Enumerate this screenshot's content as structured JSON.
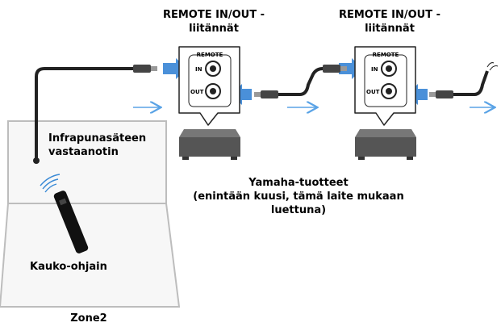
{
  "jack_panel_title": "REMOTE IN/OUT -\nliitännät",
  "jack_panel_title_line1": "REMOTE IN/OUT -",
  "jack_panel_title_line2": "liitännät",
  "jack_labels": {
    "group": "REMOTE",
    "in": "IN",
    "out": "OUT"
  },
  "ir_receiver_label_line1": "Infrapunasäteen",
  "ir_receiver_label_line2": "vastaanotin",
  "remote_label": "Kauko-ohjain",
  "zone_label": "Zone2",
  "products_label_line1": "Yamaha-tuotteet",
  "products_label_line2": "(enintään kuusi, tämä laite mukaan",
  "products_label_line3": "luettuna)",
  "colors": {
    "arrow": "#4a90d9",
    "line_arrow": "#5aa3e6",
    "cable": "#222222",
    "device": "#555555"
  }
}
